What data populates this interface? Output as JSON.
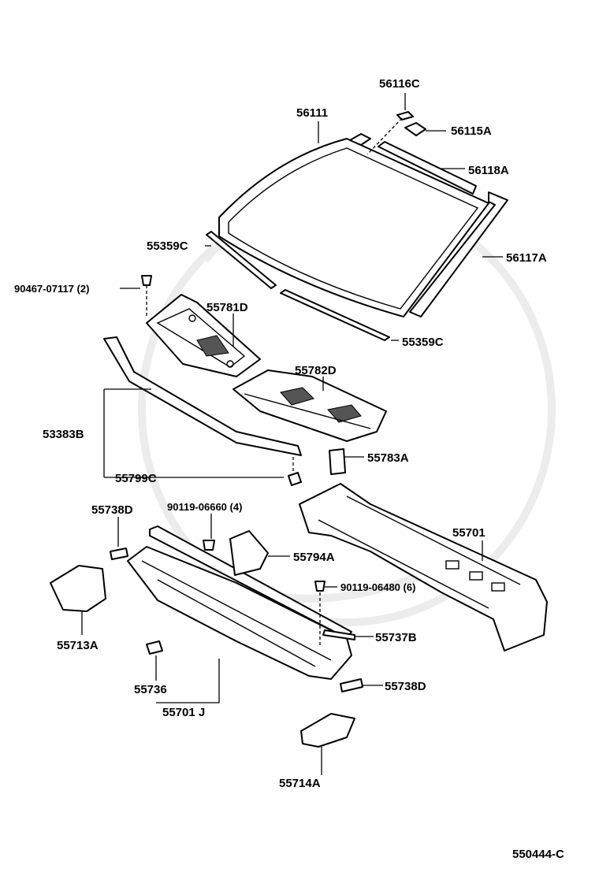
{
  "diagram": {
    "doc_code": "550444-C",
    "callouts": {
      "p56116C": "56116C",
      "p56111": "56111",
      "p56115A": "56115A",
      "p56118A": "56118A",
      "p55359C_upper": "55359C",
      "p56117A": "56117A",
      "p90467": "90467-07117 (2)",
      "p55781D": "55781D",
      "p55359C_lower": "55359C",
      "p55782D": "55782D",
      "p53383B": "53383B",
      "p55783A": "55783A",
      "p55799C": "55799C",
      "p55738D_left": "55738D",
      "p90119_06660": "90119-06660 (4)",
      "p55701": "55701",
      "p55794A": "55794A",
      "p90119_06480": "90119-06480 (6)",
      "p55713A": "55713A",
      "p55737B": "55737B",
      "p55736": "55736",
      "p55738D_right": "55738D",
      "p55701J": "55701 J",
      "p55714A": "55714A"
    }
  }
}
